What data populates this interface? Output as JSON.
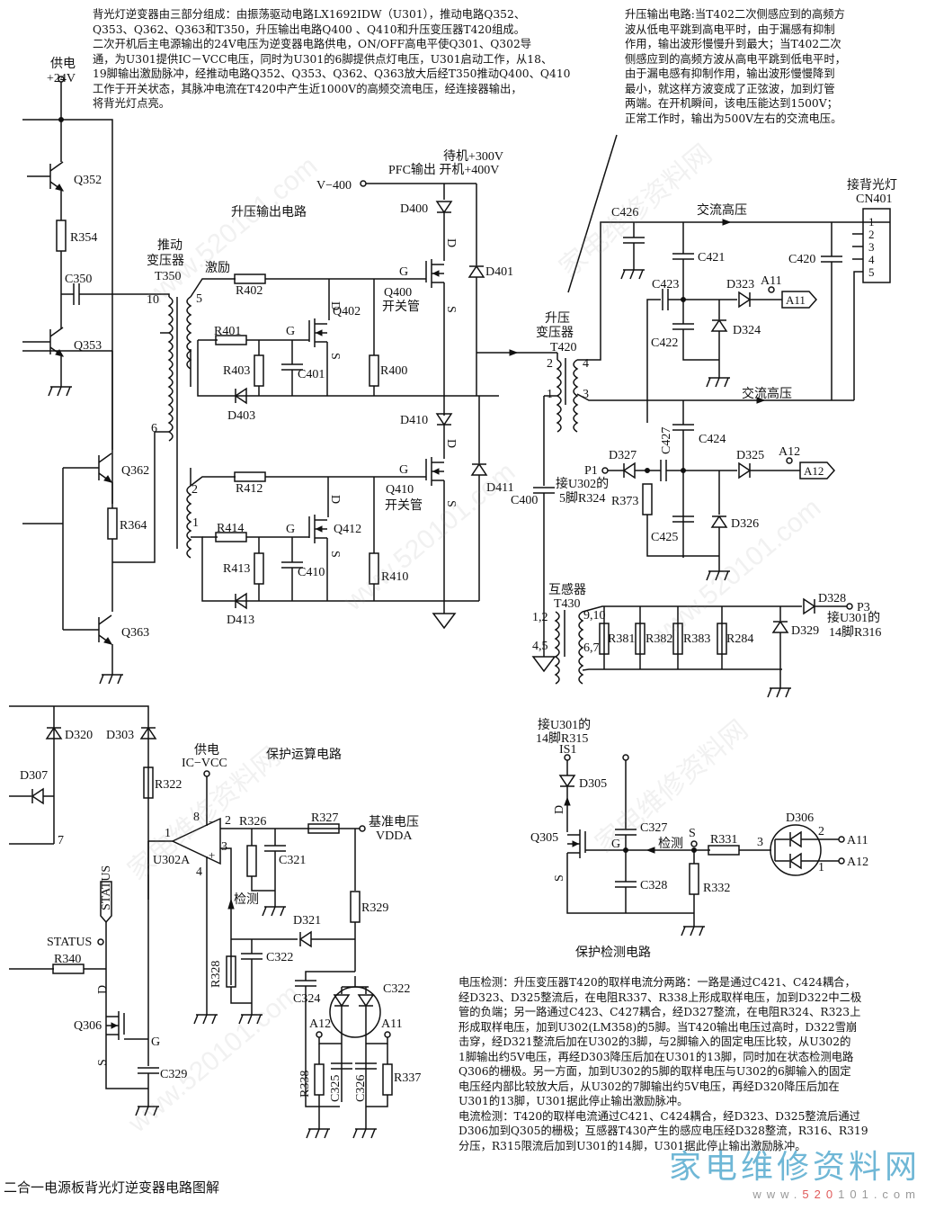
{
  "notes": {
    "intro": [
      "背光灯逆变器由三部分组成：由振荡驱动电路LX1692IDW（U301），推动电路Q352、",
      "Q353、Q362、Q363和T350，升压输出电路Q400 、Q410和升压变压器T420组成。",
      "二次开机后主电源输出的24V电压为逆变器电路供电，ON/OFF高电平使Q301、Q302导",
      "通，为U301提供IC－VCC电压，同时为U301的6脚提供点灯电压，U301启动工作，从18、",
      "19脚输出激励脉冲，经推动电路Q352、Q353、Q362、Q363放大后经T350推动Q400、Q410",
      "工作于开关状态，其脉冲电流在T420中产生近1000V的高频交流电压，经连接器输出，",
      "将背光灯点亮。"
    ],
    "boost": [
      "升压输出电路:当T402二次侧感应到的高频方",
      "波从低电平跳到高电平时，由于漏感有抑制",
      "作用，输出波形慢慢升到最大；当T402二次",
      "侧感应到的高频方波从高电平跳到低电平时，",
      "由于漏电感有抑制作用，输出波形慢慢降到",
      "最小，就这样方波变成了正弦波，加到灯管",
      "两端。在开机瞬间，该电压能达到1500V；",
      "正常工作时，输出为500V左右的交流电压。"
    ],
    "detect": [
      "电压检测：升压变压器T420的取样电流分两路：一路是通过C421、C424耦合，",
      "经D323、D325整流后，在电阻R337、R338上形成取样电压，加到D322中二极",
      "管的负端；另一路通过C423、C427耦合，经D327整流，在电阻R324、R323上",
      "形成取样电压，加到U302(LM358)的5脚。当T420输出电压过高时，D322雪崩",
      "击穿，经D321整流后加在U302的3脚，与2脚输入的固定电压比较，从U302的",
      "1脚输出约5V电压，再经D303降压后加在U301的13脚，同时加在状态检测电路",
      "Q306的栅极。另一方面，加到U302的5脚的取样电压与U302的6脚输入的固定",
      "电压经内部比较放大后，从U302的7脚输出约5V电压，再经D320降压后加在",
      "U301的13脚，U301据此停止输出激励脉冲。",
      "电流检测：T420的取样电流通过C421、C424耦合，经D323、D325整流后通过",
      "D306加到Q305的栅极；互感器T430产生的感应电压经D328整流，R316、R319",
      "分压，R315限流后加到U301的14脚，U301据此停止输出激励脉冲。"
    ]
  },
  "caption": "二合一电源板背光灯逆变器电路图解",
  "section_titles": {
    "boost_circuit": "升压输出电路",
    "protect_calc": "保护运算电路",
    "protect_detect": "保护检测电路"
  },
  "labels": {
    "supply": "供电",
    "plus24": "+24V",
    "Q352": "Q352",
    "R354": "R354",
    "C350": "C350",
    "Q353": "Q353",
    "Q362": "Q362",
    "R364": "R364",
    "Q363": "Q363",
    "T350a": "推动",
    "T350b": "变压器",
    "T350": "T350",
    "p10": "10",
    "p5": "5",
    "p6": "6",
    "p2": "2",
    "p1": "1",
    "excite": "激励",
    "R402": "R402",
    "R401": "R401",
    "R403": "R403",
    "C401": "C401",
    "D403": "D403",
    "Q402": "Q402",
    "G": "G",
    "D": "D",
    "S": "S",
    "V400": "V−400",
    "pfc1": "待机+300V",
    "pfc2": "PFC输出 开机+400V",
    "D400": "D400",
    "D401": "D401",
    "Q400": "Q400",
    "sw": "开关管",
    "R400": "R400",
    "D410": "D410",
    "D411": "D411",
    "Q410": "Q410",
    "R412": "R412",
    "R414": "R414",
    "R413": "R413",
    "C410": "C410",
    "Q412": "Q412",
    "R410": "R410",
    "D413": "D413",
    "T420a": "升压",
    "T420b": "变压器",
    "T420": "T420",
    "t2": "2",
    "t1": "1",
    "t4": "4",
    "t3": "3",
    "C426": "C426",
    "ac_hv": "交流高压",
    "C421": "C421",
    "C420": "C420",
    "C423": "C423",
    "C422": "C422",
    "D323": "D323",
    "D324": "D324",
    "A11": "A11",
    "A12": "A12",
    "cn_a": "接背光灯",
    "CN401": "CN401",
    "cn_pins": [
      "1",
      "2",
      "3",
      "4",
      "5"
    ],
    "C400": "C400",
    "P1": "P1",
    "to_u302a": "接U302的",
    "to_u302b": "5脚R324",
    "D327": "D327",
    "C427": "C427",
    "C424": "C424",
    "R373": "R373",
    "C425": "C425",
    "D325": "D325",
    "D326": "D326",
    "T430a": "互感器",
    "T430": "T430",
    "p12": "1,2",
    "p45": "4,5",
    "p910": "9,10",
    "p67": "6,7",
    "R381": "R381",
    "R382": "R382",
    "R383": "R383",
    "R284": "R284",
    "D328": "D328",
    "D329": "D329",
    "P3": "P3",
    "to_u301a": "接U301的",
    "to_u301b": "14脚R316",
    "D320": "D320",
    "D303": "D303",
    "D307": "D307",
    "pin7": "7",
    "R322": "R322",
    "icvcc_a": "供电",
    "icvcc_b": "IC−VCC",
    "U302A": "U302A",
    "op1": "1",
    "op2": "2",
    "op3": "3",
    "op4": "4",
    "op8": "8",
    "R326": "R326",
    "R327": "R327",
    "C321": "C321",
    "vref_a": "基准电压",
    "vref_b": "VDDA",
    "detect": "检测",
    "D321": "D321",
    "R329": "R329",
    "C322": "C322",
    "R328": "R328",
    "C324": "C324",
    "C322b": "C322",
    "R338": "R338",
    "C325": "C325",
    "C326": "C326",
    "R337": "R337",
    "STATUS_tag": "STATUS",
    "STATUS": "STATUS",
    "R340": "R340",
    "Q306": "Q306",
    "C329": "C329",
    "is1a": "接U301的",
    "is1b": "14脚R315",
    "IS1": "IS1",
    "D305": "D305",
    "Q305": "Q305",
    "C327": "C327",
    "C328": "C328",
    "R331": "R331",
    "R332": "R332",
    "D306": "D306",
    "d2": "2",
    "d1": "1",
    "d3": "3"
  },
  "logo": {
    "text": "家电维修资料网",
    "url_pre": "www.",
    "url_num": "520",
    "url_post": "101.com"
  }
}
